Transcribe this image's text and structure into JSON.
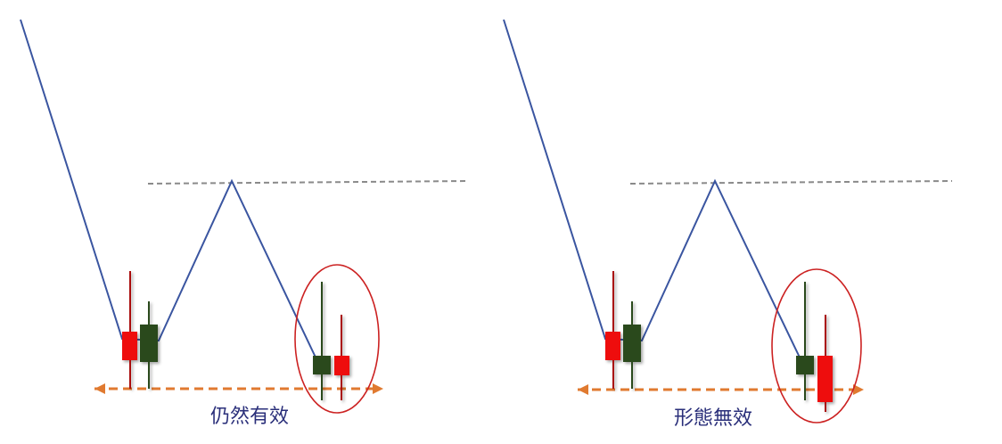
{
  "panels": [
    {
      "caption": "仍然有效",
      "candles": [
        {
          "color": "red"
        },
        {
          "color": "green"
        },
        {
          "color": "green"
        },
        {
          "color": "red"
        }
      ]
    },
    {
      "caption": "形態無效",
      "candles": [
        {
          "color": "red"
        },
        {
          "color": "green"
        },
        {
          "color": "green"
        },
        {
          "color": "red"
        }
      ]
    }
  ],
  "colors": {
    "price_line": "#3a55a0",
    "neckline": "#8a8a8a",
    "support_arrow": "#e07a30",
    "highlight_circle": "#cc2222",
    "bull_candle": "#2c4a1e",
    "bear_candle": "#ee1111",
    "caption": "#2a2f7a"
  },
  "icons": {
    "support": "double-headed-dashed-arrow",
    "highlight": "ellipse-outline"
  }
}
